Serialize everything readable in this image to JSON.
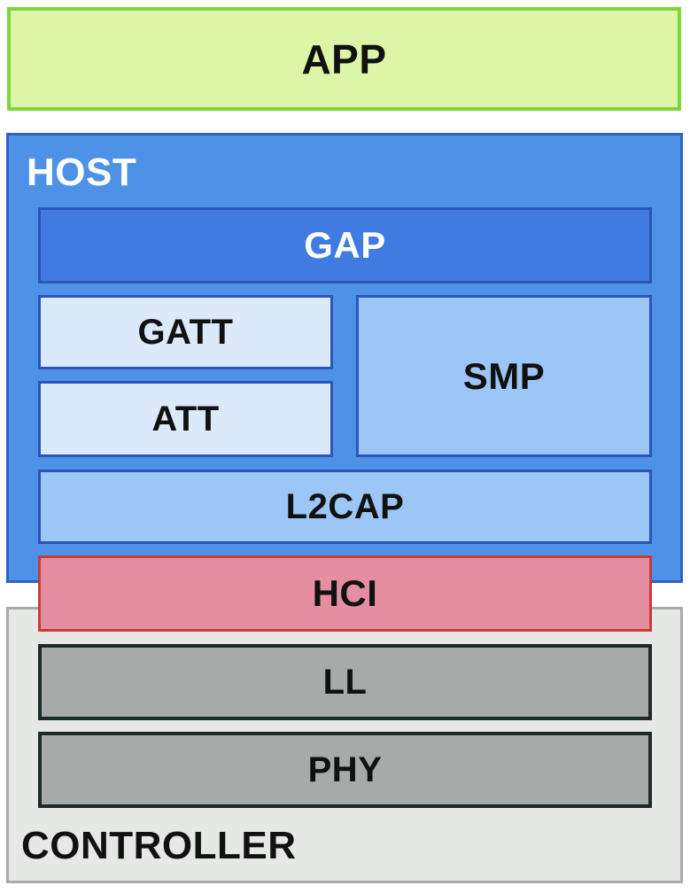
{
  "layers": {
    "app": "APP",
    "host": {
      "label": "HOST",
      "gap": "GAP",
      "gatt": "GATT",
      "att": "ATT",
      "smp": "SMP",
      "l2cap": "L2CAP"
    },
    "hci": "HCI",
    "controller": {
      "label": "CONTROLLER",
      "ll": "LL",
      "phy": "PHY"
    }
  },
  "colors": {
    "app_fill": "#dcf5a6",
    "app_border": "#7ed63a",
    "host_fill": "#4e92e8",
    "gap_fill": "#3f7be0",
    "light_blue": "#dbe9fa",
    "mid_blue": "#9cc6f5",
    "hci_fill": "#e58ea2",
    "hci_border": "#c83b3b",
    "controller_fill": "#e6e8e6",
    "gray_block": "#a6aaa8"
  }
}
